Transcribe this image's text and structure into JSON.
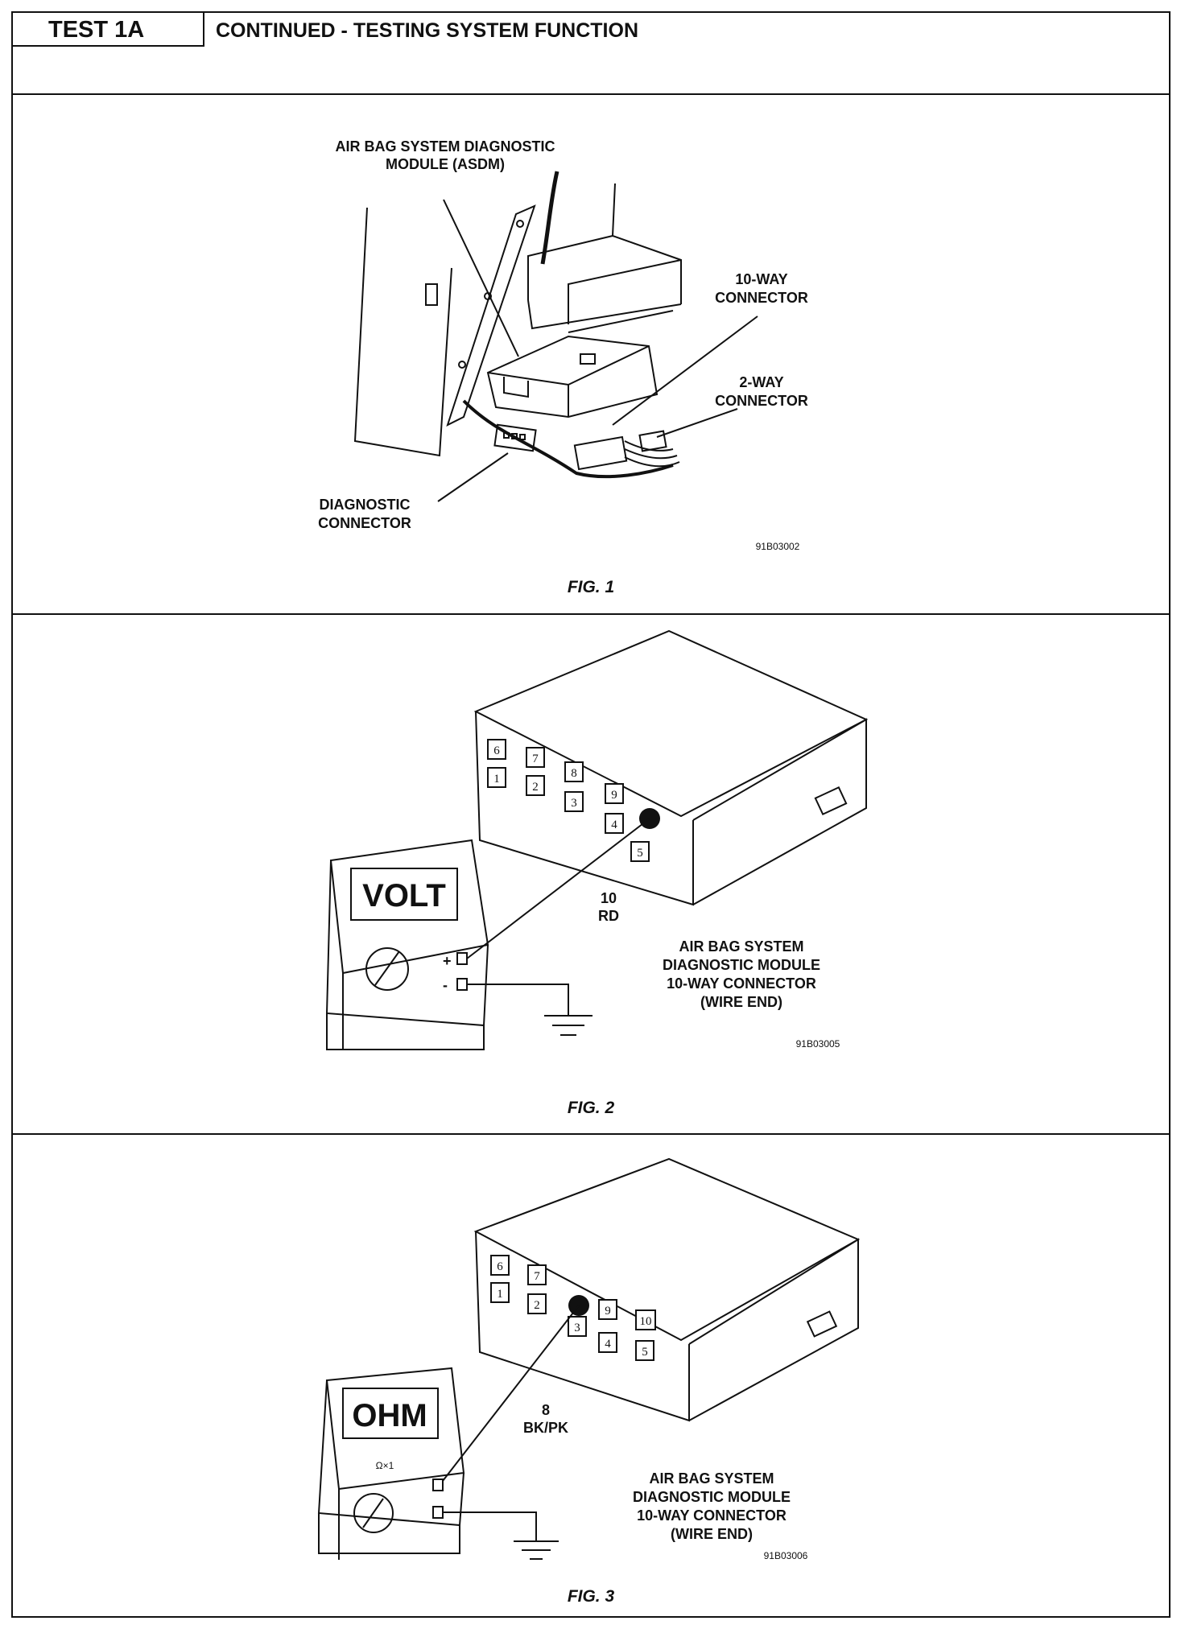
{
  "header": {
    "test_label": "TEST 1A",
    "title": "CONTINUED - TESTING SYSTEM FUNCTION"
  },
  "fig1": {
    "caption": "FIG. 1",
    "asdm_line1": "AIR BAG SYSTEM DIAGNOSTIC",
    "asdm_line2": "MODULE (ASDM)",
    "tenway_line1": "10-WAY",
    "tenway_line2": "CONNECTOR",
    "twoway_line1": "2-WAY",
    "twoway_line2": "CONNECTOR",
    "diag_line1": "DIAGNOSTIC",
    "diag_line2": "CONNECTOR",
    "code": "91B03002"
  },
  "fig2": {
    "caption": "FIG. 2",
    "meter_display": "VOLT",
    "plus_sign": "+",
    "minus_sign": "-",
    "wire_num": "10",
    "wire_color": "RD",
    "module_line1": "AIR BAG SYSTEM",
    "module_line2": "DIAGNOSTIC MODULE",
    "module_line3": "10-WAY CONNECTOR",
    "module_line4": "(WIRE END)",
    "code": "91B03005",
    "pins": [
      "6",
      "7",
      "1",
      "8",
      "2",
      "3",
      "9",
      "4",
      "5"
    ]
  },
  "fig3": {
    "caption": "FIG. 3",
    "meter_display": "OHM",
    "range_label": "Ω×1",
    "wire_num": "8",
    "wire_color": "BK/PK",
    "module_line1": "AIR BAG SYSTEM",
    "module_line2": "DIAGNOSTIC MODULE",
    "module_line3": "10-WAY CONNECTOR",
    "module_line4": "(WIRE END)",
    "code": "91B03006",
    "pins": [
      "6",
      "7",
      "1",
      "2",
      "3",
      "9",
      "10",
      "4",
      "5"
    ]
  }
}
